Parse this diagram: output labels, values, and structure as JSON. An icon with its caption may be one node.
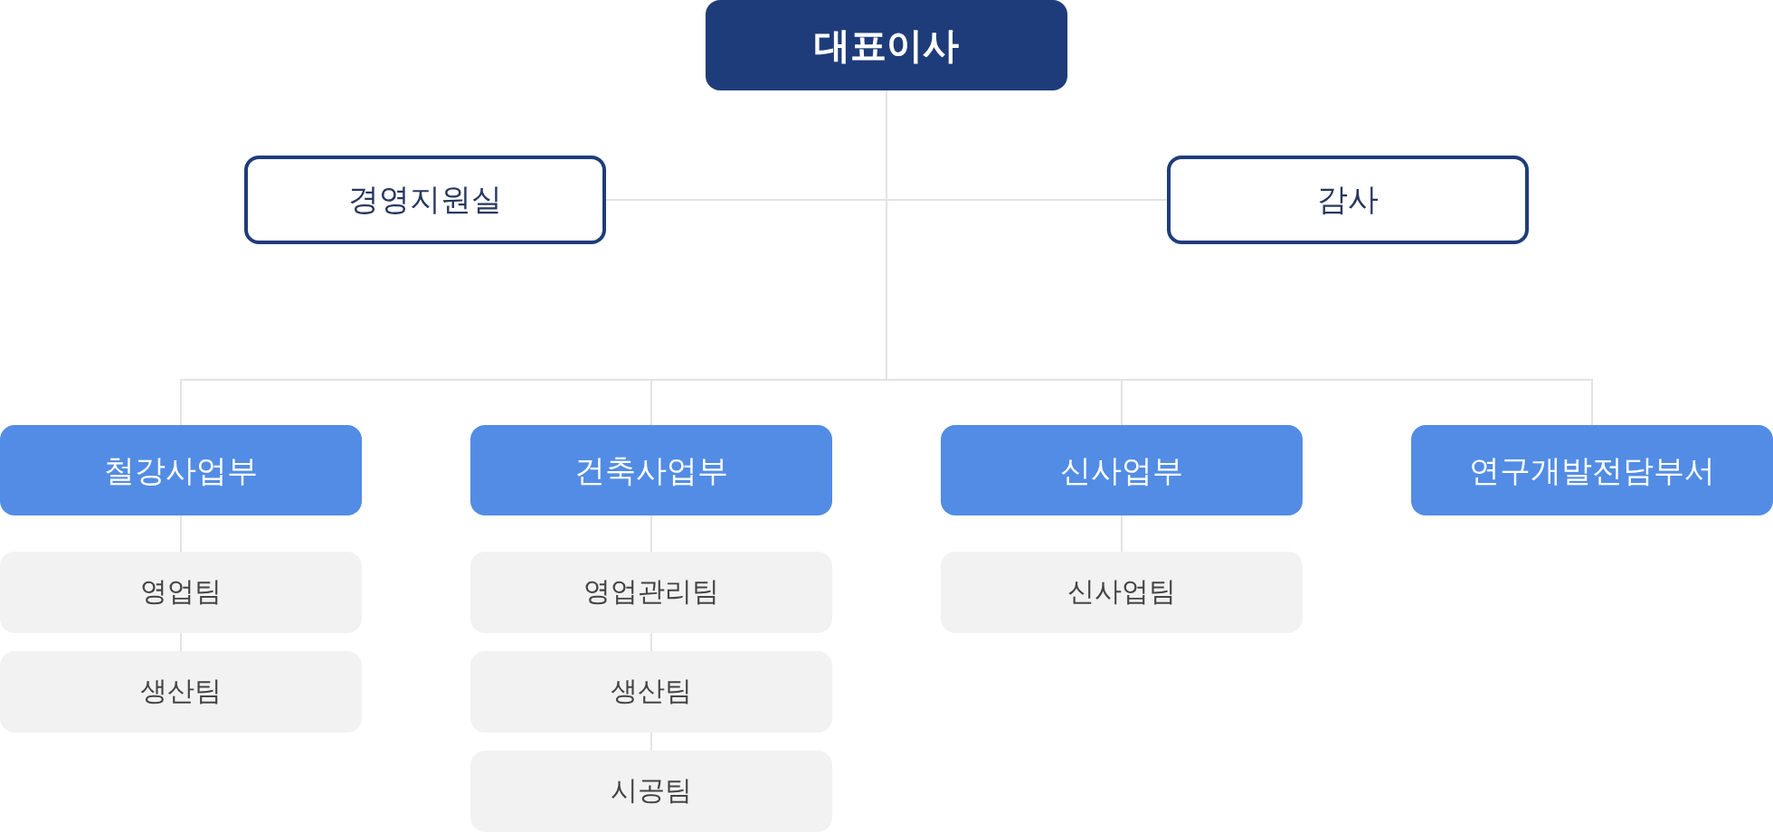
{
  "diagram": {
    "nodes": [
      {
        "text": [
          "대표이사"
        ]
      },
      {
        "text": [
          "경영지원실"
        ]
      },
      {
        "text": [
          "감사"
        ]
      },
      {
        "text": [
          "철강사업부"
        ]
      },
      {
        "text": [
          "건축사업부"
        ]
      },
      {
        "text": [
          "신사업부"
        ]
      },
      {
        "text": [
          "연구개발전담부서"
        ]
      },
      {
        "text": [
          "영업팀"
        ]
      },
      {
        "text": [
          "생산팀"
        ]
      },
      {
        "text": [
          "영업관리팀"
        ]
      },
      {
        "text": [
          "생산팀"
        ]
      },
      {
        "text": [
          "시공팀"
        ]
      },
      {
        "text": [
          "신사업팀"
        ]
      }
    ],
    "edges": [
      {
        "from": 0,
        "to": 1,
        "arrow": "none"
      },
      {
        "from": 0,
        "to": 2,
        "arrow": "none"
      },
      {
        "from": 0,
        "to": 3,
        "arrow": "none"
      },
      {
        "from": 0,
        "to": 4,
        "arrow": "none"
      },
      {
        "from": 0,
        "to": 5,
        "arrow": "none"
      },
      {
        "from": 0,
        "to": 6,
        "arrow": "none"
      },
      {
        "from": 3,
        "to": 7,
        "arrow": "none"
      },
      {
        "from": 7,
        "to": 8,
        "arrow": "none"
      },
      {
        "from": 4,
        "to": 9,
        "arrow": "none"
      },
      {
        "from": 9,
        "to": 10,
        "arrow": "none"
      },
      {
        "from": 10,
        "to": 11,
        "arrow": "none"
      },
      {
        "from": 5,
        "to": 12,
        "arrow": "none"
      }
    ]
  }
}
